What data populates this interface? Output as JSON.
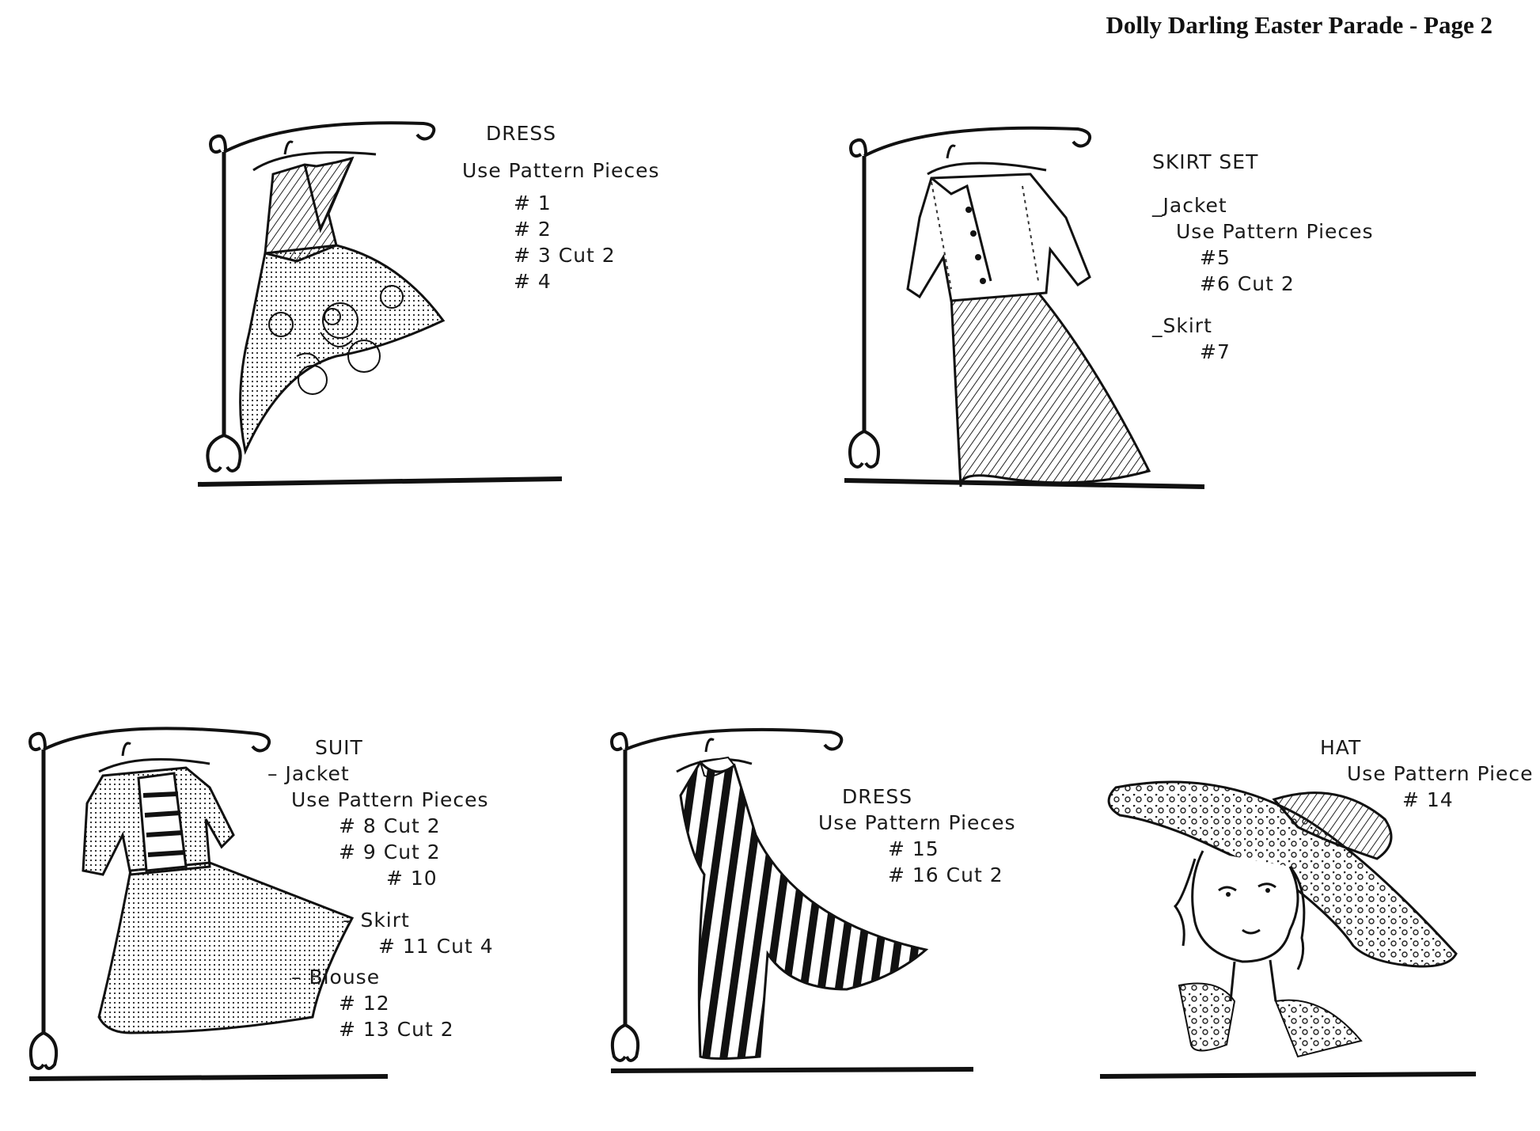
{
  "header": {
    "title": "Dolly Darling Easter Parade - Page 2"
  },
  "outfits": {
    "dress1": {
      "heading": "DRESS",
      "instruction": "Use Pattern Pieces",
      "pieces": [
        "# 1",
        "# 2",
        "# 3 Cut 2",
        "# 4"
      ]
    },
    "skirt_set": {
      "heading": "SKIRT SET",
      "jacket_label": "_Jacket",
      "instruction": "Use Pattern Pieces",
      "jacket_pieces": [
        "#5",
        "#6 Cut 2"
      ],
      "skirt_label": "_Skirt",
      "skirt_pieces": [
        "#7"
      ]
    },
    "suit": {
      "heading": "SUIT",
      "jacket_label": "– Jacket",
      "instruction": "Use Pattern Pieces",
      "jacket_pieces": [
        "# 8 Cut 2",
        "# 9 Cut 2",
        "# 10"
      ],
      "skirt_label": "– Skirt",
      "skirt_pieces": [
        "# 11 Cut 4"
      ],
      "blouse_label": "– Blouse",
      "blouse_pieces": [
        "# 12",
        "# 13 Cut 2"
      ]
    },
    "dress2": {
      "heading": "DRESS",
      "instruction": "Use Pattern Pieces",
      "pieces": [
        "# 15",
        "# 16 Cut 2"
      ]
    },
    "hat": {
      "heading": "HAT",
      "instruction": "Use Pattern Piece",
      "pieces": [
        "# 14"
      ]
    }
  }
}
